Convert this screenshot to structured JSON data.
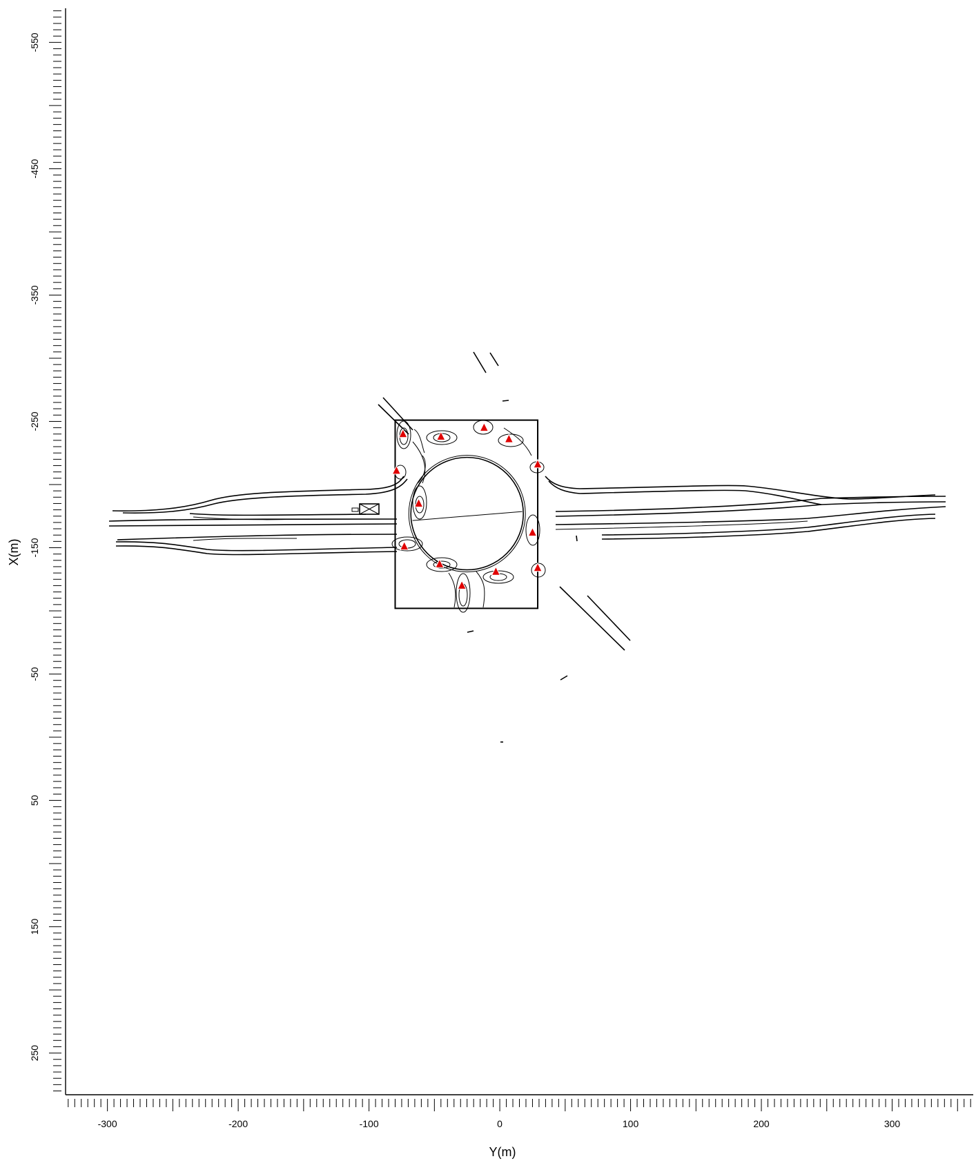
{
  "chart_data": {
    "type": "scatter",
    "xlabel": "Y(m)",
    "ylabel": "X(m)",
    "xlim": [
      -332,
      362
    ],
    "ylim": [
      -577,
      283
    ],
    "x_axis_inverted": false,
    "y_axis_inverted": true,
    "x_ticks": [
      -300,
      -200,
      -100,
      0,
      100,
      200,
      300
    ],
    "y_ticks": [
      -550,
      -450,
      -350,
      -250,
      -150,
      -50,
      50,
      150,
      250
    ],
    "x_tick_labels": [
      "-300",
      "-200",
      "-100",
      "0",
      "100",
      "200",
      "300"
    ],
    "y_tick_labels": [
      "-550",
      "-450",
      "-350",
      "-250",
      "-150",
      "-50",
      "50",
      "150",
      "250"
    ],
    "grid": false,
    "study_area_box": {
      "y_min": -80,
      "y_max": 29,
      "x_min": -251,
      "x_max": -102
    },
    "roundabout": {
      "center_y": -25,
      "center_x": -177,
      "radius": 43
    },
    "marker_color": "#e00000",
    "receptors": [
      {
        "y": -74,
        "x": -240
      },
      {
        "y": -45,
        "x": -238
      },
      {
        "y": -12,
        "x": -245
      },
      {
        "y": 7,
        "x": -236
      },
      {
        "y": 29,
        "x": -216
      },
      {
        "y": -79,
        "x": -211
      },
      {
        "y": -62,
        "x": -185
      },
      {
        "y": 25,
        "x": -162
      },
      {
        "y": -73,
        "x": -151
      },
      {
        "y": -46,
        "x": -137
      },
      {
        "y": -3,
        "x": -131
      },
      {
        "y": 29,
        "x": -134
      },
      {
        "y": -29,
        "x": -120
      }
    ]
  }
}
